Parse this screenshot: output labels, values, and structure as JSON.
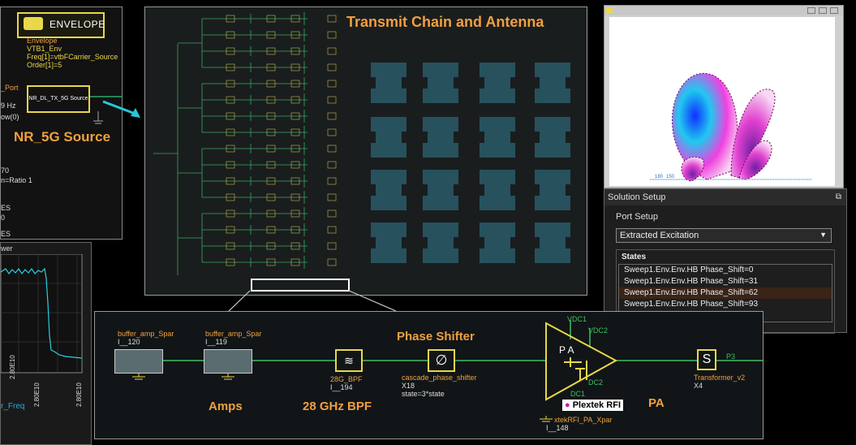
{
  "envelope_panel": {
    "title": "ENVELOPE",
    "lines": [
      "Envelope",
      "VTB1_Env",
      "Freq[1]=vtbFCarrier_Source",
      "Order[1]=5"
    ],
    "port_text": "_Port",
    "source_box": "NR_DL_TX_5G Source",
    "left_fragments": [
      "9 Hz",
      "ow(0)",
      "70",
      "n=Ratio 1",
      "ES",
      "0",
      "ES"
    ],
    "nr_label": "NR_5G Source"
  },
  "plot_panel": {
    "title": "wer",
    "xticks": [
      "2.80E10",
      "2.80E10",
      "2.80E10"
    ],
    "xlabel": "r_Freq"
  },
  "chain_panel": {
    "title": "Transmit Chain and Antenna"
  },
  "solution_setup": {
    "title": "Solution Setup",
    "port_setup_label": "Port Setup",
    "excitation": "Extracted Excitation",
    "states_label": "States",
    "states": [
      "Sweep1.Env.Env.HB Phase_Shift=0",
      "Sweep1.Env.Env.HB Phase_Shift=31",
      "Sweep1.Env.Env.HB Phase_Shift=62",
      "Sweep1.Env.Env.HB Phase_Shift=93"
    ],
    "selected_index": 2
  },
  "radiation": {
    "bottom_ticks": [
      "180",
      "150"
    ]
  },
  "detail_panel": {
    "amp1_name": "buffer_amp_Spar",
    "amp1_id": "I__120",
    "amp2_name": "buffer_amp_Spar",
    "amp2_id": "I__119",
    "bpf_name": "28G_BPF",
    "bpf_id": "I__194",
    "phase_label": "Phase Shifter",
    "phase_name": "cascade_phase_shifter",
    "phase_x": "X18",
    "phase_state": "state=3*state",
    "vdc1": "VDC1",
    "vdc2": "VDC2",
    "dc2": "DC2",
    "dc1": "DC1",
    "pa_symbol": "P A",
    "pa_label": "PA",
    "pa_part": "xtekRFI_PA_Xpar",
    "pa_id": "I__148",
    "plextek": "Plextek RFI",
    "transformer_symbol": "S",
    "transformer_name": "Transformer_v2",
    "transformer_x": "X4",
    "port": "P3",
    "amps_label": "Amps",
    "bpf_label": "28 GHz BPF"
  }
}
